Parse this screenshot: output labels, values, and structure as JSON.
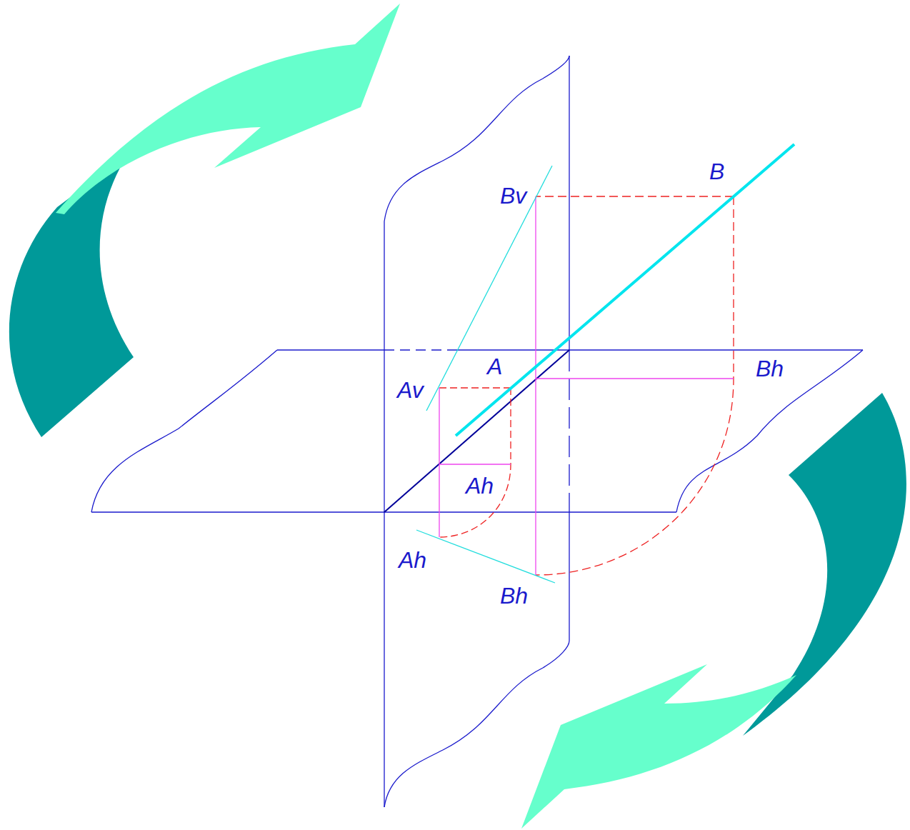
{
  "diagram": {
    "labels": [
      "B",
      "Bv",
      "A",
      "Av",
      "Bh",
      "Ah",
      "Ah",
      "Bh"
    ]
  }
}
